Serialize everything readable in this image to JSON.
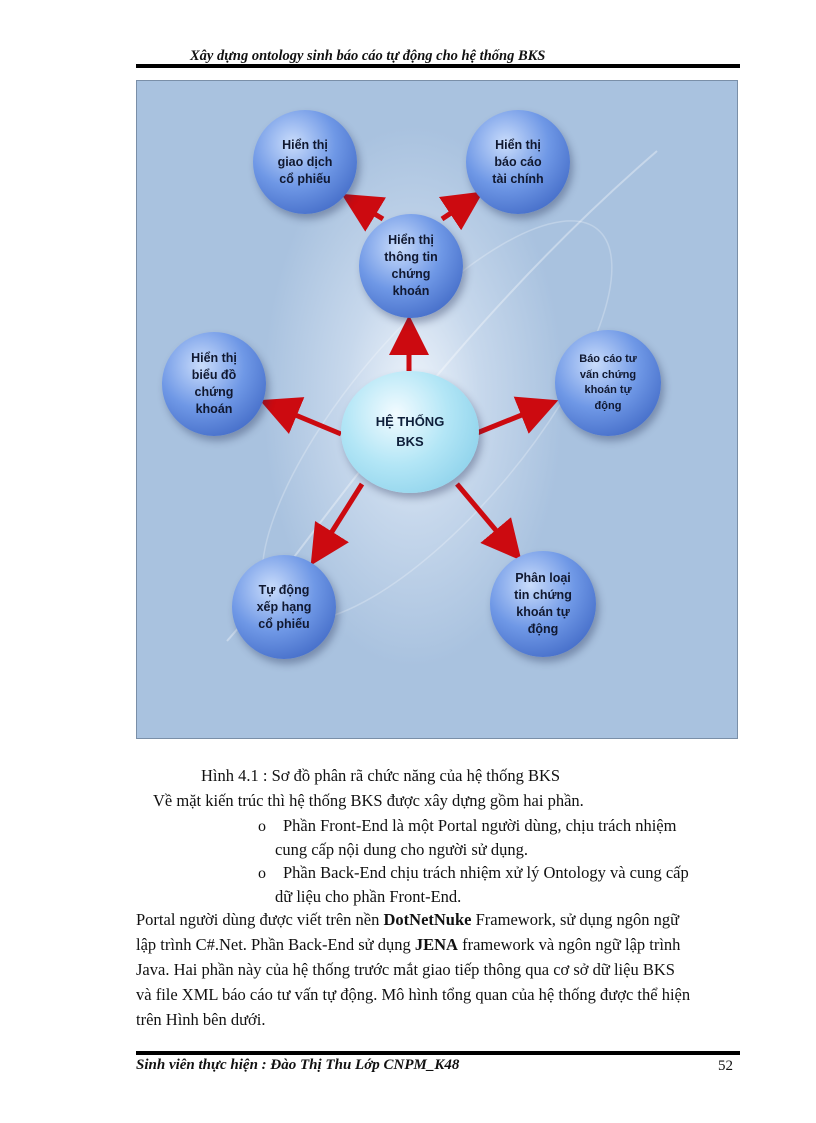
{
  "header": {
    "title": "Xây dựng ontology sinh báo cáo tự động cho hệ thống BKS"
  },
  "diagram": {
    "center": "HỆ THỐNG\nBKS",
    "nodes": {
      "hien_thi_thong_tin": "Hiển thị\nthông tin\nchứng\nkhoán",
      "giao_dich": "Hiển thị\ngiao dịch\ncổ phiếu",
      "bao_cao_tai_chinh": "Hiển thị\nbáo cáo\ntài chính",
      "bieu_do": "Hiển thị\nbiểu đồ\nchứng\nkhoán",
      "tu_van": "Báo cáo tư\nvấn chứng\nkhoán tự\nđộng",
      "xep_hang": "Tự động\nxếp hạng\ncổ phiếu",
      "phan_loai": "Phân loại\ntin chứng\nkhoán tự\nđộng"
    },
    "colors": {
      "arrow": "#cc0a10",
      "node": "#4d78d8",
      "center": "#a8def2"
    }
  },
  "caption": "Hình 4.1 : Sơ đồ phân rã chức năng của hệ thống BKS",
  "intro": "Về mặt kiến trúc thì hệ thống BKS được xây dựng gồm hai phần.",
  "bullets": [
    {
      "symbol": "o",
      "line1": "Phần Front-End là một Portal người dùng, chịu trách nhiệm",
      "line2": "cung cấp nội dung cho người sử dụng."
    },
    {
      "symbol": "o",
      "line1": "Phần Back-End chịu trách nhiệm xử lý Ontology và cung cấp",
      "line2": "dữ liệu cho phần Front-End."
    }
  ],
  "paragraph": {
    "l1_a": " Portal người dùng được viết trên nền ",
    "l1_b": "DotNetNuke",
    "l1_c": " Framework,  sử dụng ngôn ngữ",
    "l2_a": "lập trình C#.Net. Phần Back-End sử dụng ",
    "l2_b": "JENA",
    "l2_c": " framework và ngôn ngữ lập trình",
    "l3": "Java. Hai phần này của hệ thống trước mắt giao tiếp thông qua cơ sở dữ liệu BKS",
    "l4": "và file XML báo cáo tư vấn tự động. Mô hình tổng quan của hệ thống được thể hiện",
    "l5": "trên Hình bên dưới."
  },
  "footer": {
    "left": "Sinh viên thực hiện : Đào Thị Thu  Lớp CNPM_K48",
    "page": "52"
  }
}
